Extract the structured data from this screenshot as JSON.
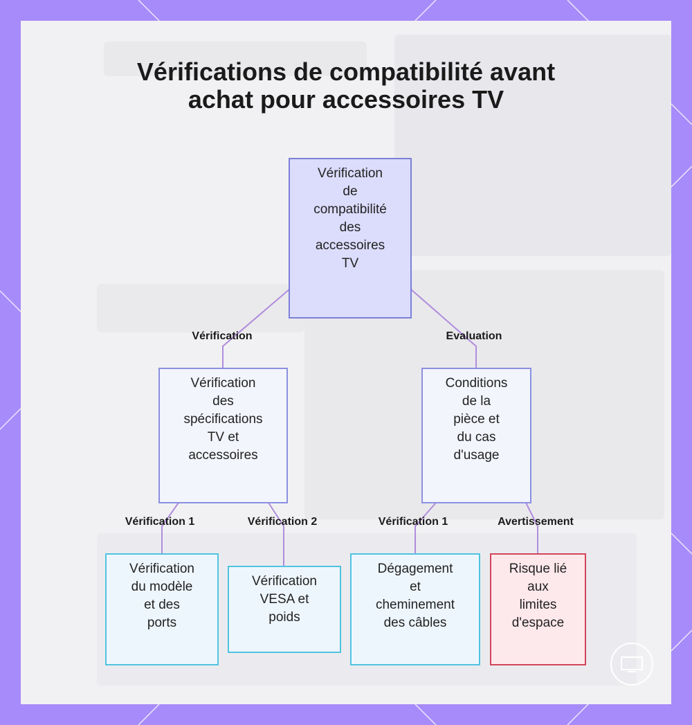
{
  "title": {
    "line1": "Vérifications de compatibilité avant",
    "line2": "achat pour accessoires TV"
  },
  "nodes": {
    "root": "Vérification\nde\ncompatibilité\ndes\naccessoires\nTV",
    "specs": "Vérification\ndes\nspécifications\nTV et\naccessoires",
    "room": "Conditions\nde la\npièce et\ndu cas\nd'usage",
    "model_ports": "Vérification\ndu modèle\net des\nports",
    "vesa": "Vérification\nVESA et\npoids",
    "clearance": "Dégagement\net\ncheminement\ndes câbles",
    "risk": "Risque lié\naux\nlimites\nd'espace"
  },
  "edge_labels": {
    "root_specs": "Vérification",
    "root_room": "Evaluation",
    "specs_model": "Vérification 1",
    "specs_vesa": "Vérification 2",
    "room_clearance": "Vérification 1",
    "room_risk": "Avertissement"
  },
  "colors": {
    "frame": "#a78bfa",
    "edge": "#b18cdc",
    "root_fill": "#dcdcfc",
    "leaf_border": "#4fc3e0",
    "warn_border": "#d2445a"
  },
  "icons": {
    "corner_badge": "screen-icon"
  }
}
